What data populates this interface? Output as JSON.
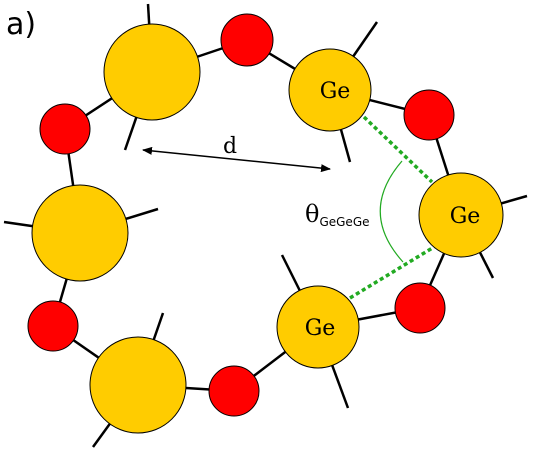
{
  "panel_label": "a)",
  "atom_labels": {
    "ge_right_top": "Ge",
    "ge_right_mid": "Ge",
    "ge_right_bottom": "Ge"
  },
  "distance_label": "d",
  "angle_label": {
    "symbol": "θ",
    "subscript": "GeGeGe"
  },
  "colors": {
    "germanium": "#FFCC00",
    "oxygen": "#FF0000",
    "bond": "#000000",
    "geometry_line": "#22AA22"
  }
}
